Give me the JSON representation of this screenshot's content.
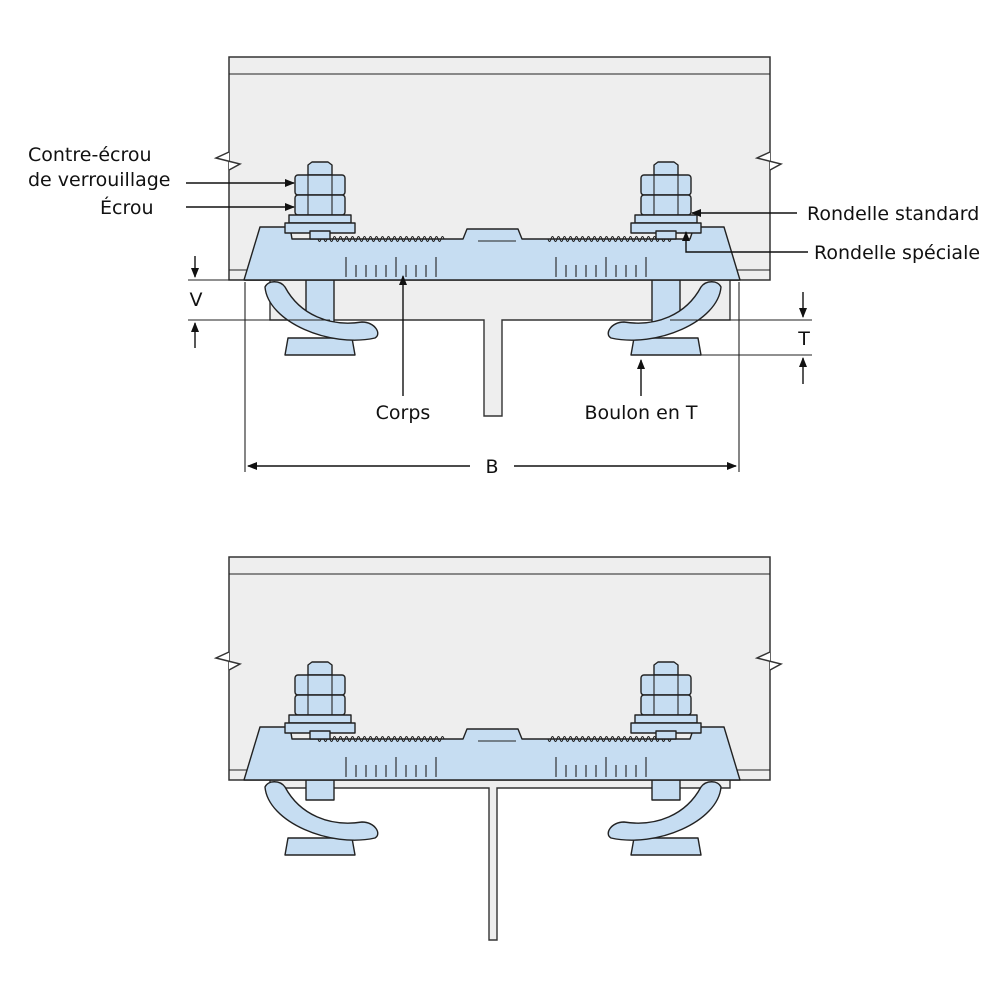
{
  "labels": {
    "locknut_line1": "Contre-écrou",
    "locknut_line2": "de verrouillage",
    "nut": "Écrou",
    "standard_washer": "Rondelle standard",
    "special_washer": "Rondelle spéciale",
    "body": "Corps",
    "t_bolt": "Boulon en T",
    "dim_v": "V",
    "dim_t": "T",
    "dim_b": "B"
  },
  "colors": {
    "steel": "#c6ddf2",
    "beam": "#eeeeee",
    "outline": "#222222"
  }
}
